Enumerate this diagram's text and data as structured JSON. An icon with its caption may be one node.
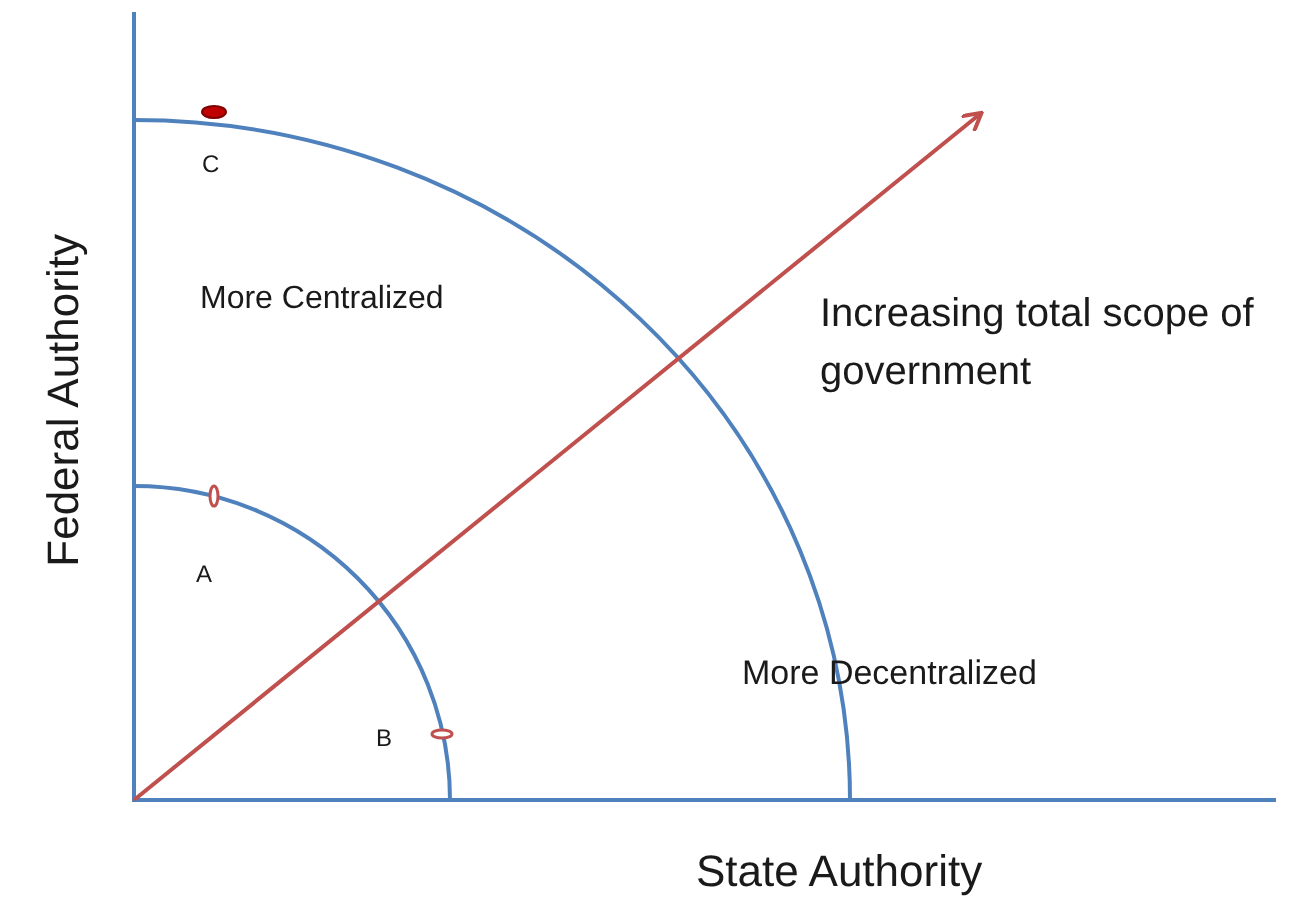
{
  "diagram": {
    "labels": [
      "C",
      "More Centralized",
      "Increasing total scope of government",
      "Federal Authority",
      "A",
      "More Decentralized",
      "B",
      "State Authority"
    ]
  }
}
